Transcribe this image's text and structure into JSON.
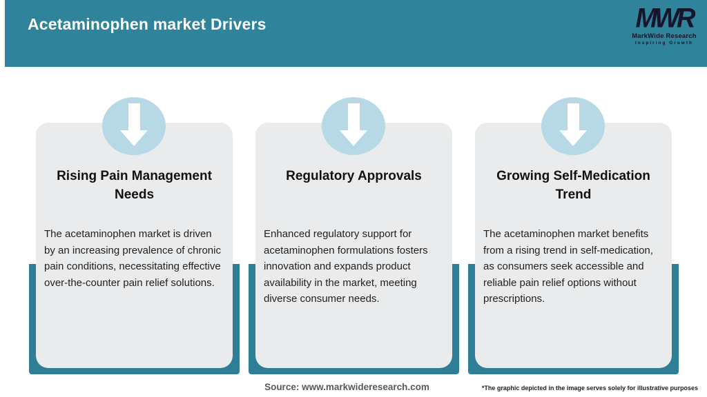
{
  "header": {
    "title": "Acetaminophen market Drivers"
  },
  "logo": {
    "acronym": "MWR",
    "name": "MarkWide Research",
    "tagline": "Inspiring Growth"
  },
  "cards": [
    {
      "title": "Rising Pain Management Needs",
      "body": "The acetaminophen market is driven by an increasing prevalence of chronic pain conditions, necessitating effective over-the-counter pain relief solutions.",
      "icon": "down-arrow-icon"
    },
    {
      "title": "Regulatory Approvals",
      "body": "Enhanced regulatory support for acetaminophen formulations fosters innovation and expands product availability in the market, meeting diverse consumer needs.",
      "icon": "down-arrow-icon"
    },
    {
      "title": "Growing Self-Medication Trend",
      "body": "The acetaminophen market benefits from a rising trend in self-medication, as consumers seek accessible and reliable pain relief options without prescriptions.",
      "icon": "down-arrow-icon"
    }
  ],
  "footer": {
    "source": "Source: www.markwideresearch.com",
    "disclaimer": "*The graphic depicted in the image serves solely for illustrative purposes"
  },
  "colors": {
    "header_teal": "#2f839b",
    "bar_teal": "#2e7e96",
    "circle_blue": "#b7d9e6",
    "card_gray": "#e9ebec",
    "arrow_white": "#ffffff"
  }
}
